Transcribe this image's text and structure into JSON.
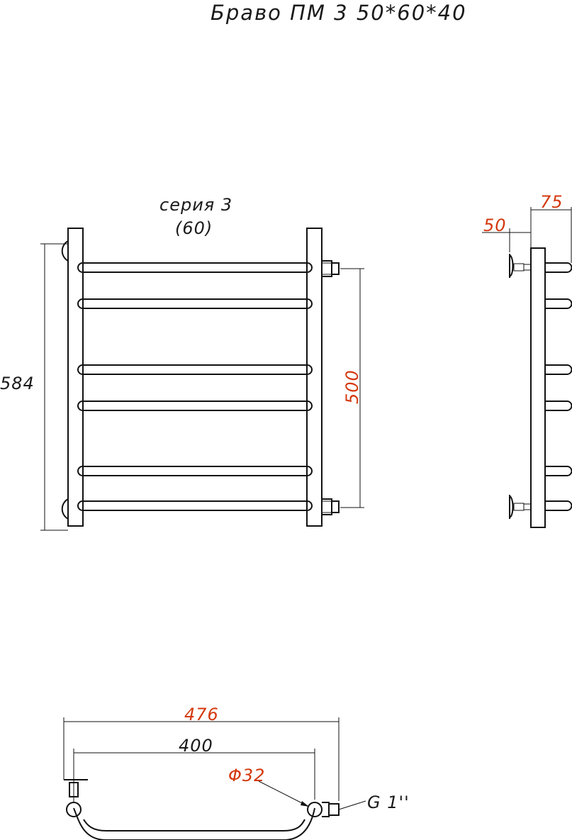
{
  "title": "Браво ПМ 3 50*60*40",
  "series": {
    "name": "серия 3",
    "code": "(60)"
  },
  "dimensions": {
    "total_height": "584",
    "center_distance": "500",
    "wall_offset_near": "50",
    "wall_offset_far": "75",
    "total_width": "476",
    "inner_width": "400",
    "pipe_diameter": "Φ32",
    "thread": "G 1''"
  },
  "colors": {
    "line": "#111111",
    "dimension_accent": "#d4380d",
    "dimension_plain": "#1a1a1a",
    "background": "#ffffff"
  }
}
